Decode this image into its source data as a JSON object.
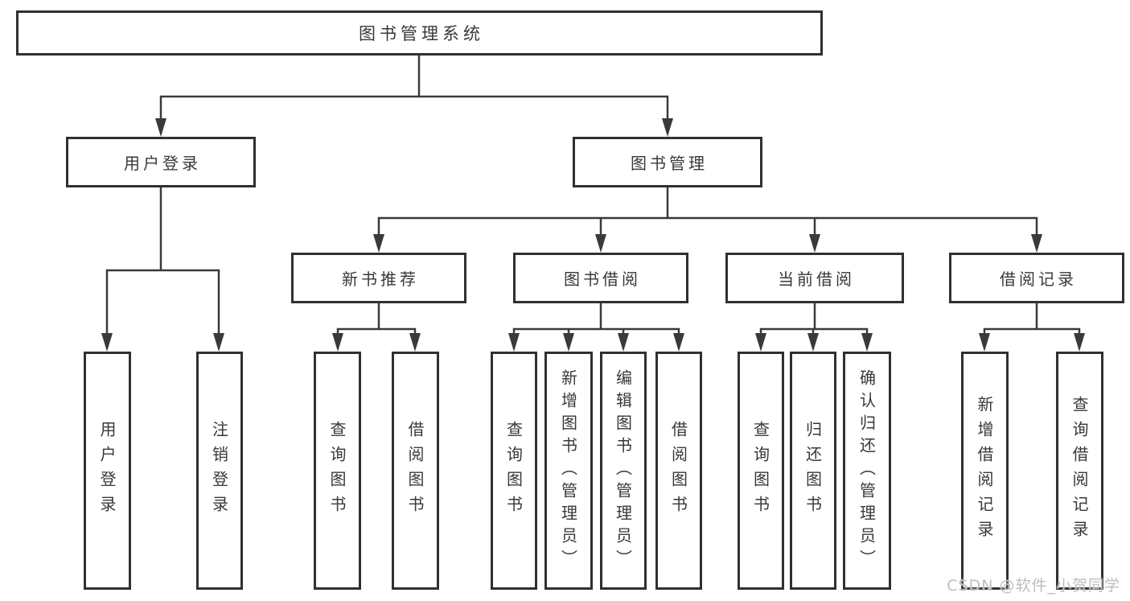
{
  "watermark": {
    "text": "CSDN @软件_小贺同学"
  },
  "colors": {
    "background": "#ffffff",
    "line": "#3a3a3a",
    "box_border": "#303030",
    "text": "#383838",
    "watermark": "#bdbdbd"
  },
  "tree": {
    "label": "图书管理系统",
    "children": [
      {
        "label": "用户登录",
        "children": [
          {
            "label": "用户登录"
          },
          {
            "label": "注销登录"
          }
        ]
      },
      {
        "label": "图书管理",
        "children": [
          {
            "label": "新书推荐",
            "children": [
              {
                "label": "查询图书"
              },
              {
                "label": "借阅图书"
              }
            ]
          },
          {
            "label": "图书借阅",
            "children": [
              {
                "label": "查询图书"
              },
              {
                "label": "新增图书（管理员）"
              },
              {
                "label": "编辑图书（管理员）"
              },
              {
                "label": "借阅图书"
              }
            ]
          },
          {
            "label": "当前借阅",
            "children": [
              {
                "label": "查询图书"
              },
              {
                "label": "归还图书"
              },
              {
                "label": "确认归还（管理员）"
              }
            ]
          },
          {
            "label": "借阅记录",
            "children": [
              {
                "label": "新增借阅记录"
              },
              {
                "label": "查询借阅记录"
              }
            ]
          }
        ]
      }
    ]
  }
}
